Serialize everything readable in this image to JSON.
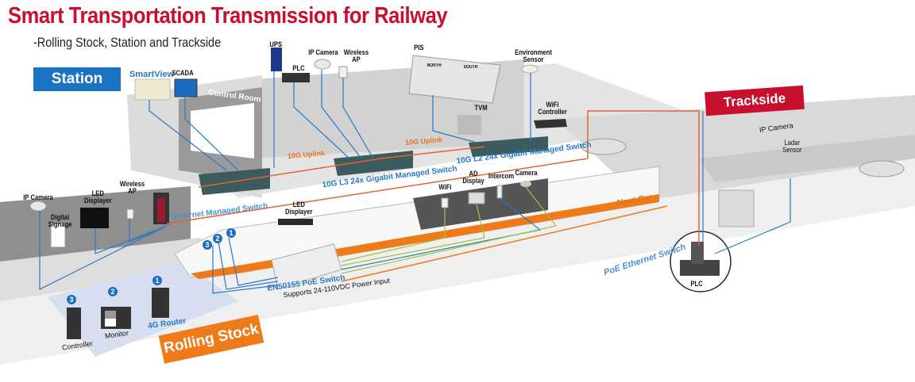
{
  "header": {
    "title": "Smart Transportation Transmission for Railway",
    "subtitle": "-Rolling Stock, Station and Trackside"
  },
  "zones": {
    "station": "Station",
    "trackside": "Trackside",
    "rolling_stock": "Rolling Stock"
  },
  "station": {
    "smartview": "SmartView",
    "scada": "SCADA",
    "control_room": "Control Room",
    "ups": "UPS",
    "plc": "PLC",
    "ip_camera": "IP Camera",
    "wireless_ap_1": "Wireless",
    "wireless_ap_2": "AP",
    "pis": "PIS",
    "pis_north": "NORTH",
    "pis_south": "SOUTH",
    "env_sensor_1": "Environment",
    "env_sensor_2": "Sensor",
    "tvm": "TVM",
    "wifi_controller_1": "WiFi",
    "wifi_controller_2": "Controller",
    "uplink_1": "10G Uplink",
    "uplink_2": "10G Uplink",
    "l3_switch": "10G L3 24x Gigabit Managed Switch",
    "l2_switch": "10G L2 24x Gigabit Managed Switch"
  },
  "platform": {
    "ip_camera": "IP Camera",
    "digital_signage_1": "Digital",
    "digital_signage_2": "Signage",
    "led_displayer_1": "LED",
    "led_displayer_2": "Displayer",
    "wireless_ap_1": "Wireless",
    "wireless_ap_2": "AP",
    "ethernet_switch": "Ethernet Managed Switch"
  },
  "train": {
    "led_displayer_1": "LED",
    "led_displayer_2": "Displayer",
    "wifi": "WiFi",
    "ad_display_1": "AD",
    "ad_display_2": "Display",
    "intercom": "Intercom",
    "camera": "Camera",
    "next_car": "Next Car",
    "poe_switch": "EN50155 PoE Switch",
    "power_input": "Supports 24-110VDC Power Input"
  },
  "rolling_stock": {
    "badges": [
      "1",
      "2",
      "3"
    ],
    "controller": "Controller",
    "monitor": "Monitor",
    "router": "4G Router"
  },
  "trackside": {
    "ip_camera": "IP Camera",
    "ladar_1": "Ladar",
    "ladar_2": "Sensor",
    "poe_switch": "PoE Ethernet Switch",
    "plc": "PLC"
  },
  "colors": {
    "title_red": "#c8102e",
    "station_blue": "#1a73c4",
    "trackside_red": "#c8102e",
    "rolling_orange": "#ef7a1a",
    "link_blue": "#2a78c2",
    "uplink_orange": "#e8632a",
    "link_green": "#9cc43a"
  }
}
